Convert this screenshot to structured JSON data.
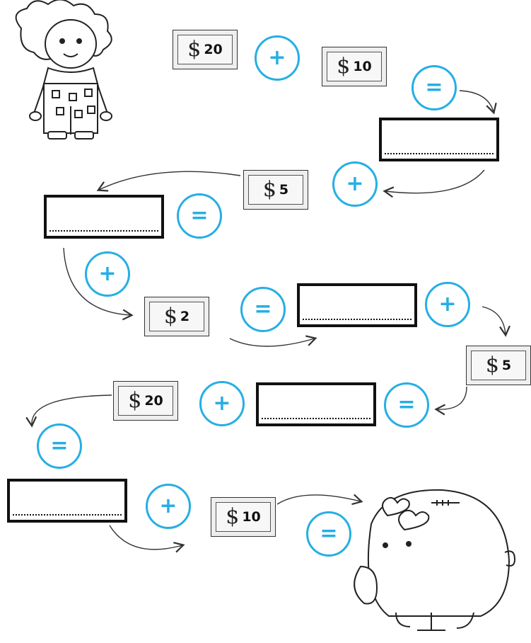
{
  "colors": {
    "accent": "#27aee4",
    "ink": "#111111"
  },
  "symbols": {
    "plus": "+",
    "equals": "="
  },
  "bills": [
    {
      "id": "bill-1",
      "currency": "$",
      "amount": "20"
    },
    {
      "id": "bill-2",
      "currency": "$",
      "amount": "10"
    },
    {
      "id": "bill-3",
      "currency": "$",
      "amount": "5"
    },
    {
      "id": "bill-4",
      "currency": "$",
      "amount": "2"
    },
    {
      "id": "bill-5",
      "currency": "$",
      "amount": "5"
    },
    {
      "id": "bill-6",
      "currency": "$",
      "amount": "20"
    },
    {
      "id": "bill-7",
      "currency": "$",
      "amount": "10"
    }
  ],
  "illustrations": [
    "girl-illustration",
    "piggy-bank-illustration"
  ]
}
